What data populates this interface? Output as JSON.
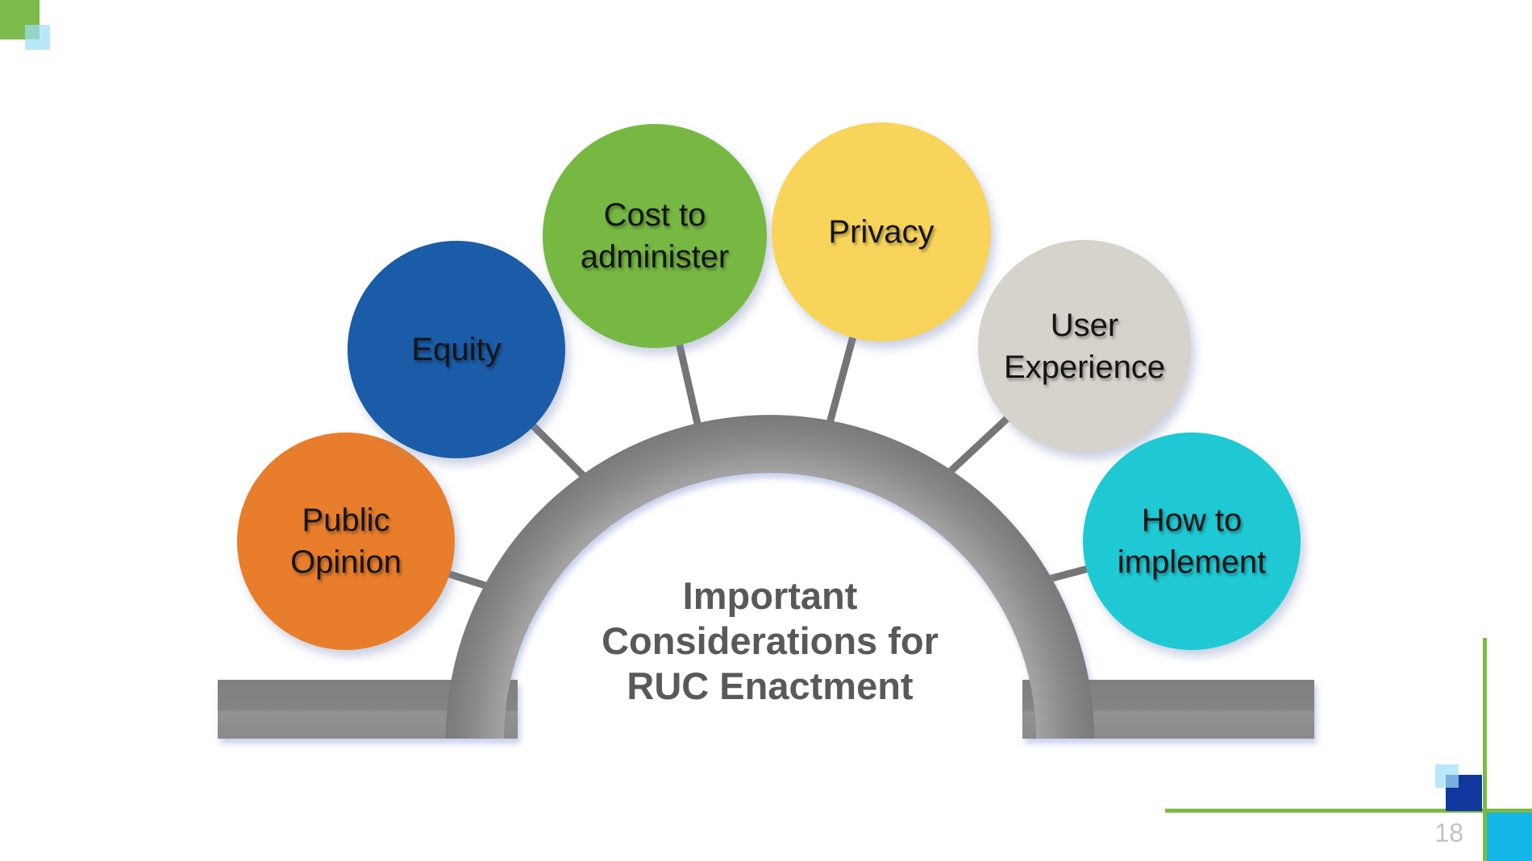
{
  "diagram": {
    "center_label": {
      "lines": [
        "Important",
        "Considerations for",
        "RUC Enactment"
      ],
      "color": "#595959"
    },
    "circles": [
      {
        "name": "Public Opinion",
        "lines": [
          "Public",
          "Opinion"
        ],
        "color": "#E87D2B"
      },
      {
        "name": "Equity",
        "lines": [
          "Equity"
        ],
        "color": "#1B5CA8"
      },
      {
        "name": "Cost to administer",
        "lines": [
          "Cost to",
          "administer"
        ],
        "color": "#77B843"
      },
      {
        "name": "Privacy",
        "lines": [
          "Privacy"
        ],
        "color": "#F8D45A"
      },
      {
        "name": "User Experience",
        "lines": [
          "User",
          "Experience"
        ],
        "color": "#D6D2CC"
      },
      {
        "name": "How to implement",
        "lines": [
          "How to",
          "implement"
        ],
        "color": "#1EC9D4"
      }
    ],
    "arch_color": "#8A8A8A",
    "connector_color": "#757575"
  },
  "decorations": {
    "green_accent": "#7CBB4C",
    "green_line": "#7ABA45",
    "light_blue_square": "#BCE9F8",
    "dark_blue_square": "#10389C",
    "cyan_square": "#14B6E8"
  },
  "footer": {
    "page_number": "18"
  }
}
